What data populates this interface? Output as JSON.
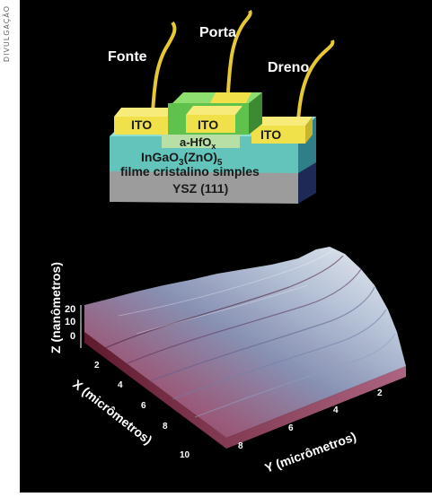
{
  "credit": "DIVULGAÇÃO",
  "device": {
    "labels": {
      "source": "Fonte",
      "gate": "Porta",
      "drain": "Dreno",
      "ito_left": "ITO",
      "ito_center": "ITO",
      "ito_right": "ITO",
      "dielectric": "a-HfO",
      "dielectric_sub": "x",
      "film_formula_a": "InGaO",
      "film_formula_sub1": "3",
      "film_formula_b": "(ZnO)",
      "film_formula_sub2": "5",
      "film_description": "filme cristalino simples",
      "substrate": "YSZ (111)"
    },
    "colors": {
      "ito": "#f0e14a",
      "gate": "#5ec24d",
      "dielectric": "#b8e0a6",
      "film": "#63c4bb",
      "substrate": "#9c9c9c",
      "wire": "#e8c832"
    }
  },
  "surface_plot": {
    "z_axis": {
      "label": "Z (nanômetros)",
      "ticks": [
        "0",
        "10",
        "20"
      ]
    },
    "x_axis": {
      "label": "X (micrômetros)",
      "ticks": [
        "2",
        "4",
        "6",
        "8",
        "10"
      ]
    },
    "y_axis": {
      "label": "Y (micrômetros)",
      "ticks": [
        "8",
        "6",
        "4",
        "2"
      ]
    },
    "colors": {
      "low": "#9a3a55",
      "mid": "#8a8fb0",
      "high": "#eef1f4"
    }
  }
}
